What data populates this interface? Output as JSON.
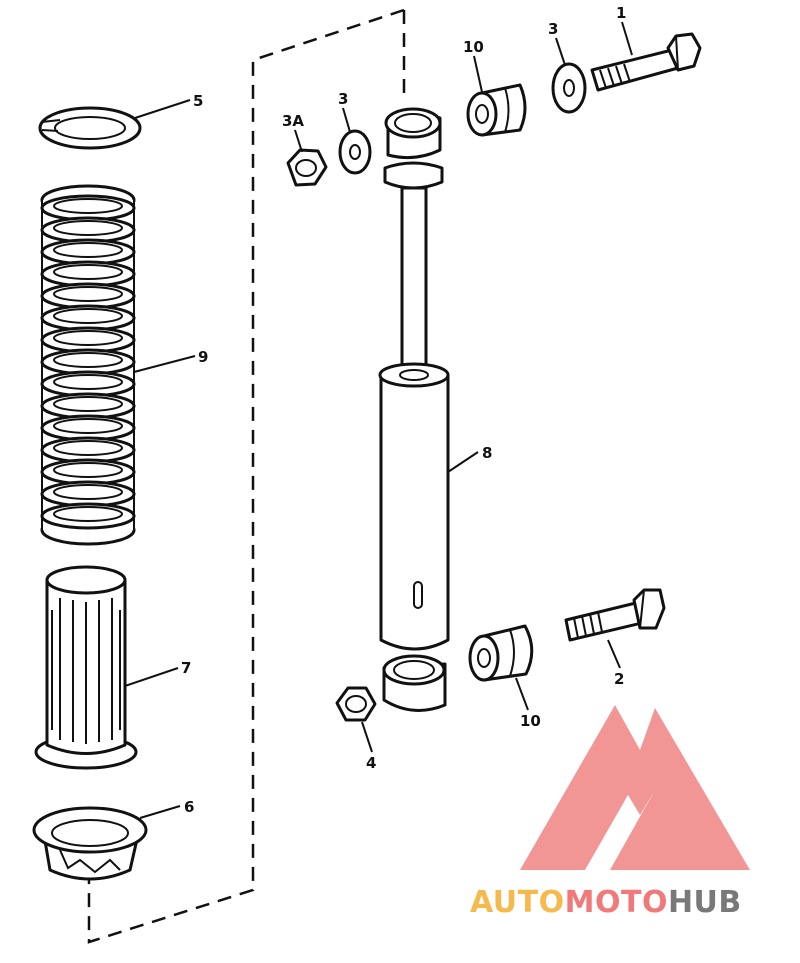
{
  "callouts": {
    "c1": "1",
    "c2": "2",
    "c3_bolt": "3",
    "c3_nut": "3",
    "c3a": "3A",
    "c4": "4",
    "c5": "5",
    "c6": "6",
    "c7": "7",
    "c8": "8",
    "c9": "9",
    "c10_top": "10",
    "c10_bottom": "10"
  },
  "watermark": {
    "part1": "AUTO",
    "part2": "MOTO",
    "part3": "HUB",
    "color_auto": "#f5b23b",
    "color_moto": "#ef6b6b",
    "color_hub": "#6b6b6b",
    "logo_color": "#f08a8a"
  }
}
